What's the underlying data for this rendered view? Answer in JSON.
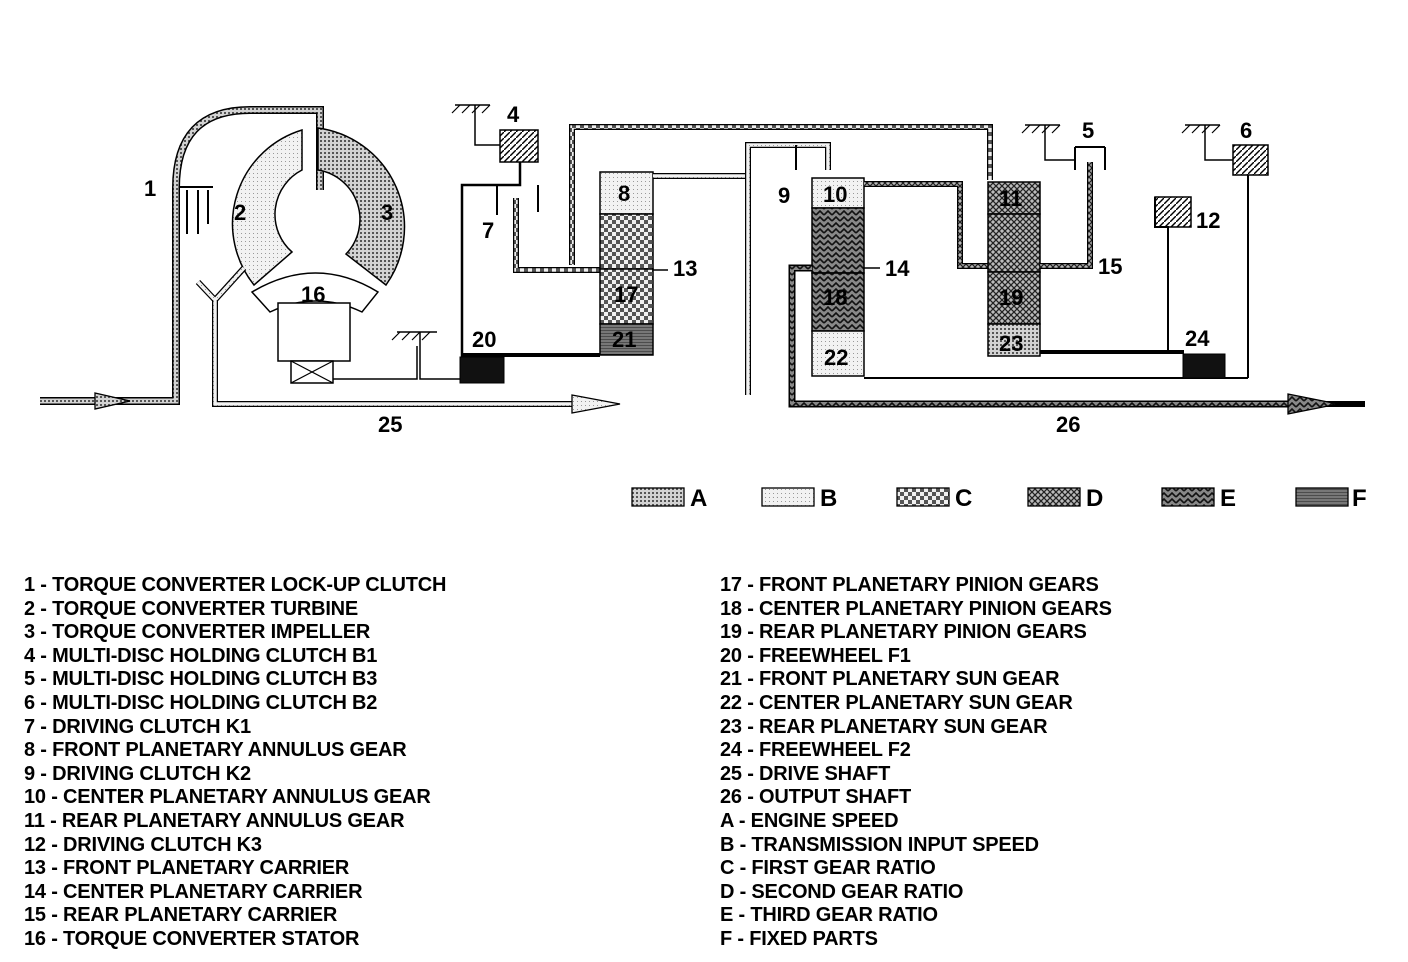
{
  "diagram": {
    "callouts": {
      "n1": "1",
      "n2": "2",
      "n3": "3",
      "n4": "4",
      "n5": "5",
      "n6": "6",
      "n7": "7",
      "n8": "8",
      "n9": "9",
      "n10": "10",
      "n11": "11",
      "n12": "12",
      "n13": "13",
      "n14": "14",
      "n15": "15",
      "n16": "16",
      "n17": "17",
      "n18": "18",
      "n19": "19",
      "n20": "20",
      "n21": "21",
      "n22": "22",
      "n23": "23",
      "n24": "24",
      "n25": "25",
      "n26": "26"
    },
    "swatches": [
      {
        "key": "A",
        "pattern": "dots"
      },
      {
        "key": "B",
        "pattern": "light-dots"
      },
      {
        "key": "C",
        "pattern": "checker"
      },
      {
        "key": "D",
        "pattern": "crosshatch"
      },
      {
        "key": "E",
        "pattern": "zigzag"
      },
      {
        "key": "F",
        "pattern": "dense-lines"
      }
    ]
  },
  "key_left": [
    "1 - TORQUE CONVERTER LOCK-UP CLUTCH",
    "2 - TORQUE CONVERTER TURBINE",
    "3 - TORQUE CONVERTER IMPELLER",
    "4 - MULTI-DISC HOLDING CLUTCH B1",
    "5 - MULTI-DISC HOLDING CLUTCH B3",
    "6 - MULTI-DISC HOLDING CLUTCH B2",
    "7 - DRIVING CLUTCH K1",
    "8 - FRONT PLANETARY ANNULUS GEAR",
    "9 - DRIVING CLUTCH K2",
    "10 - CENTER PLANETARY ANNULUS GEAR",
    "11 - REAR PLANETARY ANNULUS GEAR",
    "12 - DRIVING CLUTCH K3",
    "13 - FRONT PLANETARY CARRIER",
    "14 - CENTER PLANETARY CARRIER",
    "15 - REAR PLANETARY CARRIER",
    "16 - TORQUE CONVERTER STATOR"
  ],
  "key_right": [
    "17 - FRONT PLANETARY PINION GEARS",
    "18 - CENTER PLANETARY PINION GEARS",
    "19 - REAR PLANETARY PINION GEARS",
    "20 - FREEWHEEL F1",
    "21 - FRONT PLANETARY SUN GEAR",
    "22 - CENTER PLANETARY SUN GEAR",
    "23 - REAR PLANETARY SUN GEAR",
    "24 - FREEWHEEL F2",
    "25 - DRIVE SHAFT",
    "26 - OUTPUT SHAFT",
    "A - ENGINE SPEED",
    "B - TRANSMISSION INPUT SPEED",
    "C - FIRST GEAR RATIO",
    "D - SECOND GEAR RATIO",
    "E - THIRD GEAR RATIO",
    "F - FIXED PARTS"
  ]
}
